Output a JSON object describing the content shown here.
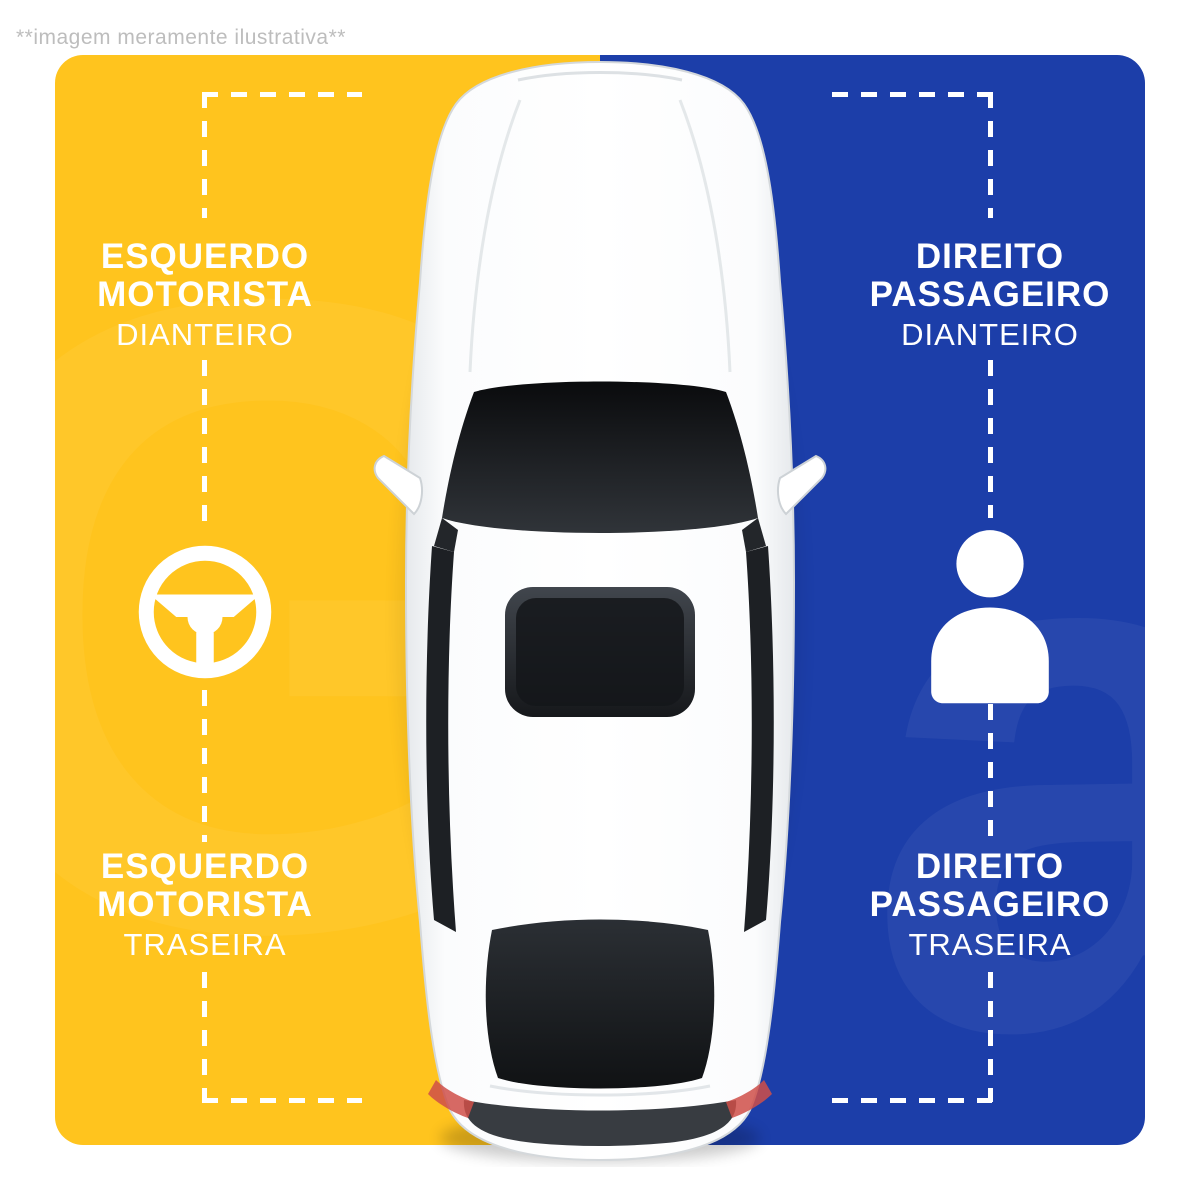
{
  "disclaimer": "**imagem meramente ilustrativa**",
  "colors": {
    "driver_side_yellow": "#FFC41E",
    "passenger_side_blue": "#1C3EA9",
    "label_text": "#FFFFFF",
    "disclaimer_text": "#BDBDBD"
  },
  "labels": {
    "front_left": {
      "line1": "ESQUERDO",
      "line2": "MOTORISTA",
      "line3": "DIANTEIRO"
    },
    "front_right": {
      "line1": "DIREITO",
      "line2": "PASSAGEIRO",
      "line3": "DIANTEIRO"
    },
    "rear_left": {
      "line1": "ESQUERDO",
      "line2": "MOTORISTA",
      "line3": "TRASEIRA"
    },
    "rear_right": {
      "line1": "DIREITO",
      "line2": "PASSAGEIRO",
      "line3": "TRASEIRA"
    }
  },
  "icons": {
    "driver_side": "steering-wheel-icon",
    "passenger_side": "person-icon"
  },
  "watermarks": {
    "left": "G",
    "right": "a"
  }
}
